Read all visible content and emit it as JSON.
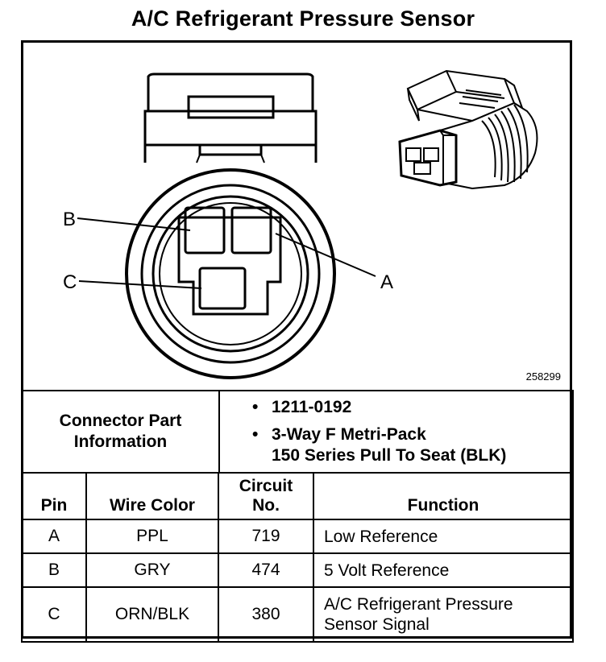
{
  "title": "A/C Refrigerant Pressure Sensor",
  "figure_id": "258299",
  "pin_labels": {
    "a": "A",
    "b": "B",
    "c": "C"
  },
  "connector_info": {
    "label_line1": "Connector Part",
    "label_line2": "Information",
    "items": [
      {
        "bullet": "•",
        "line1": "1211-0192",
        "line2": ""
      },
      {
        "bullet": "•",
        "line1": "3-Way F Metri-Pack",
        "line2": "150 Series Pull To Seat (BLK)"
      }
    ]
  },
  "pin_table": {
    "headers": {
      "pin": "Pin",
      "wire_color": "Wire Color",
      "circuit_line1": "Circuit",
      "circuit_line2": "No.",
      "function": "Function"
    },
    "rows": [
      {
        "pin": "A",
        "wire_color": "PPL",
        "circuit": "719",
        "function_line1": "Low Reference",
        "function_line2": ""
      },
      {
        "pin": "B",
        "wire_color": "GRY",
        "circuit": "474",
        "function_line1": "5 Volt Reference",
        "function_line2": ""
      },
      {
        "pin": "C",
        "wire_color": "ORN/BLK",
        "circuit": "380",
        "function_line1": "A/C Refrigerant Pressure",
        "function_line2": "Sensor Signal"
      }
    ]
  }
}
